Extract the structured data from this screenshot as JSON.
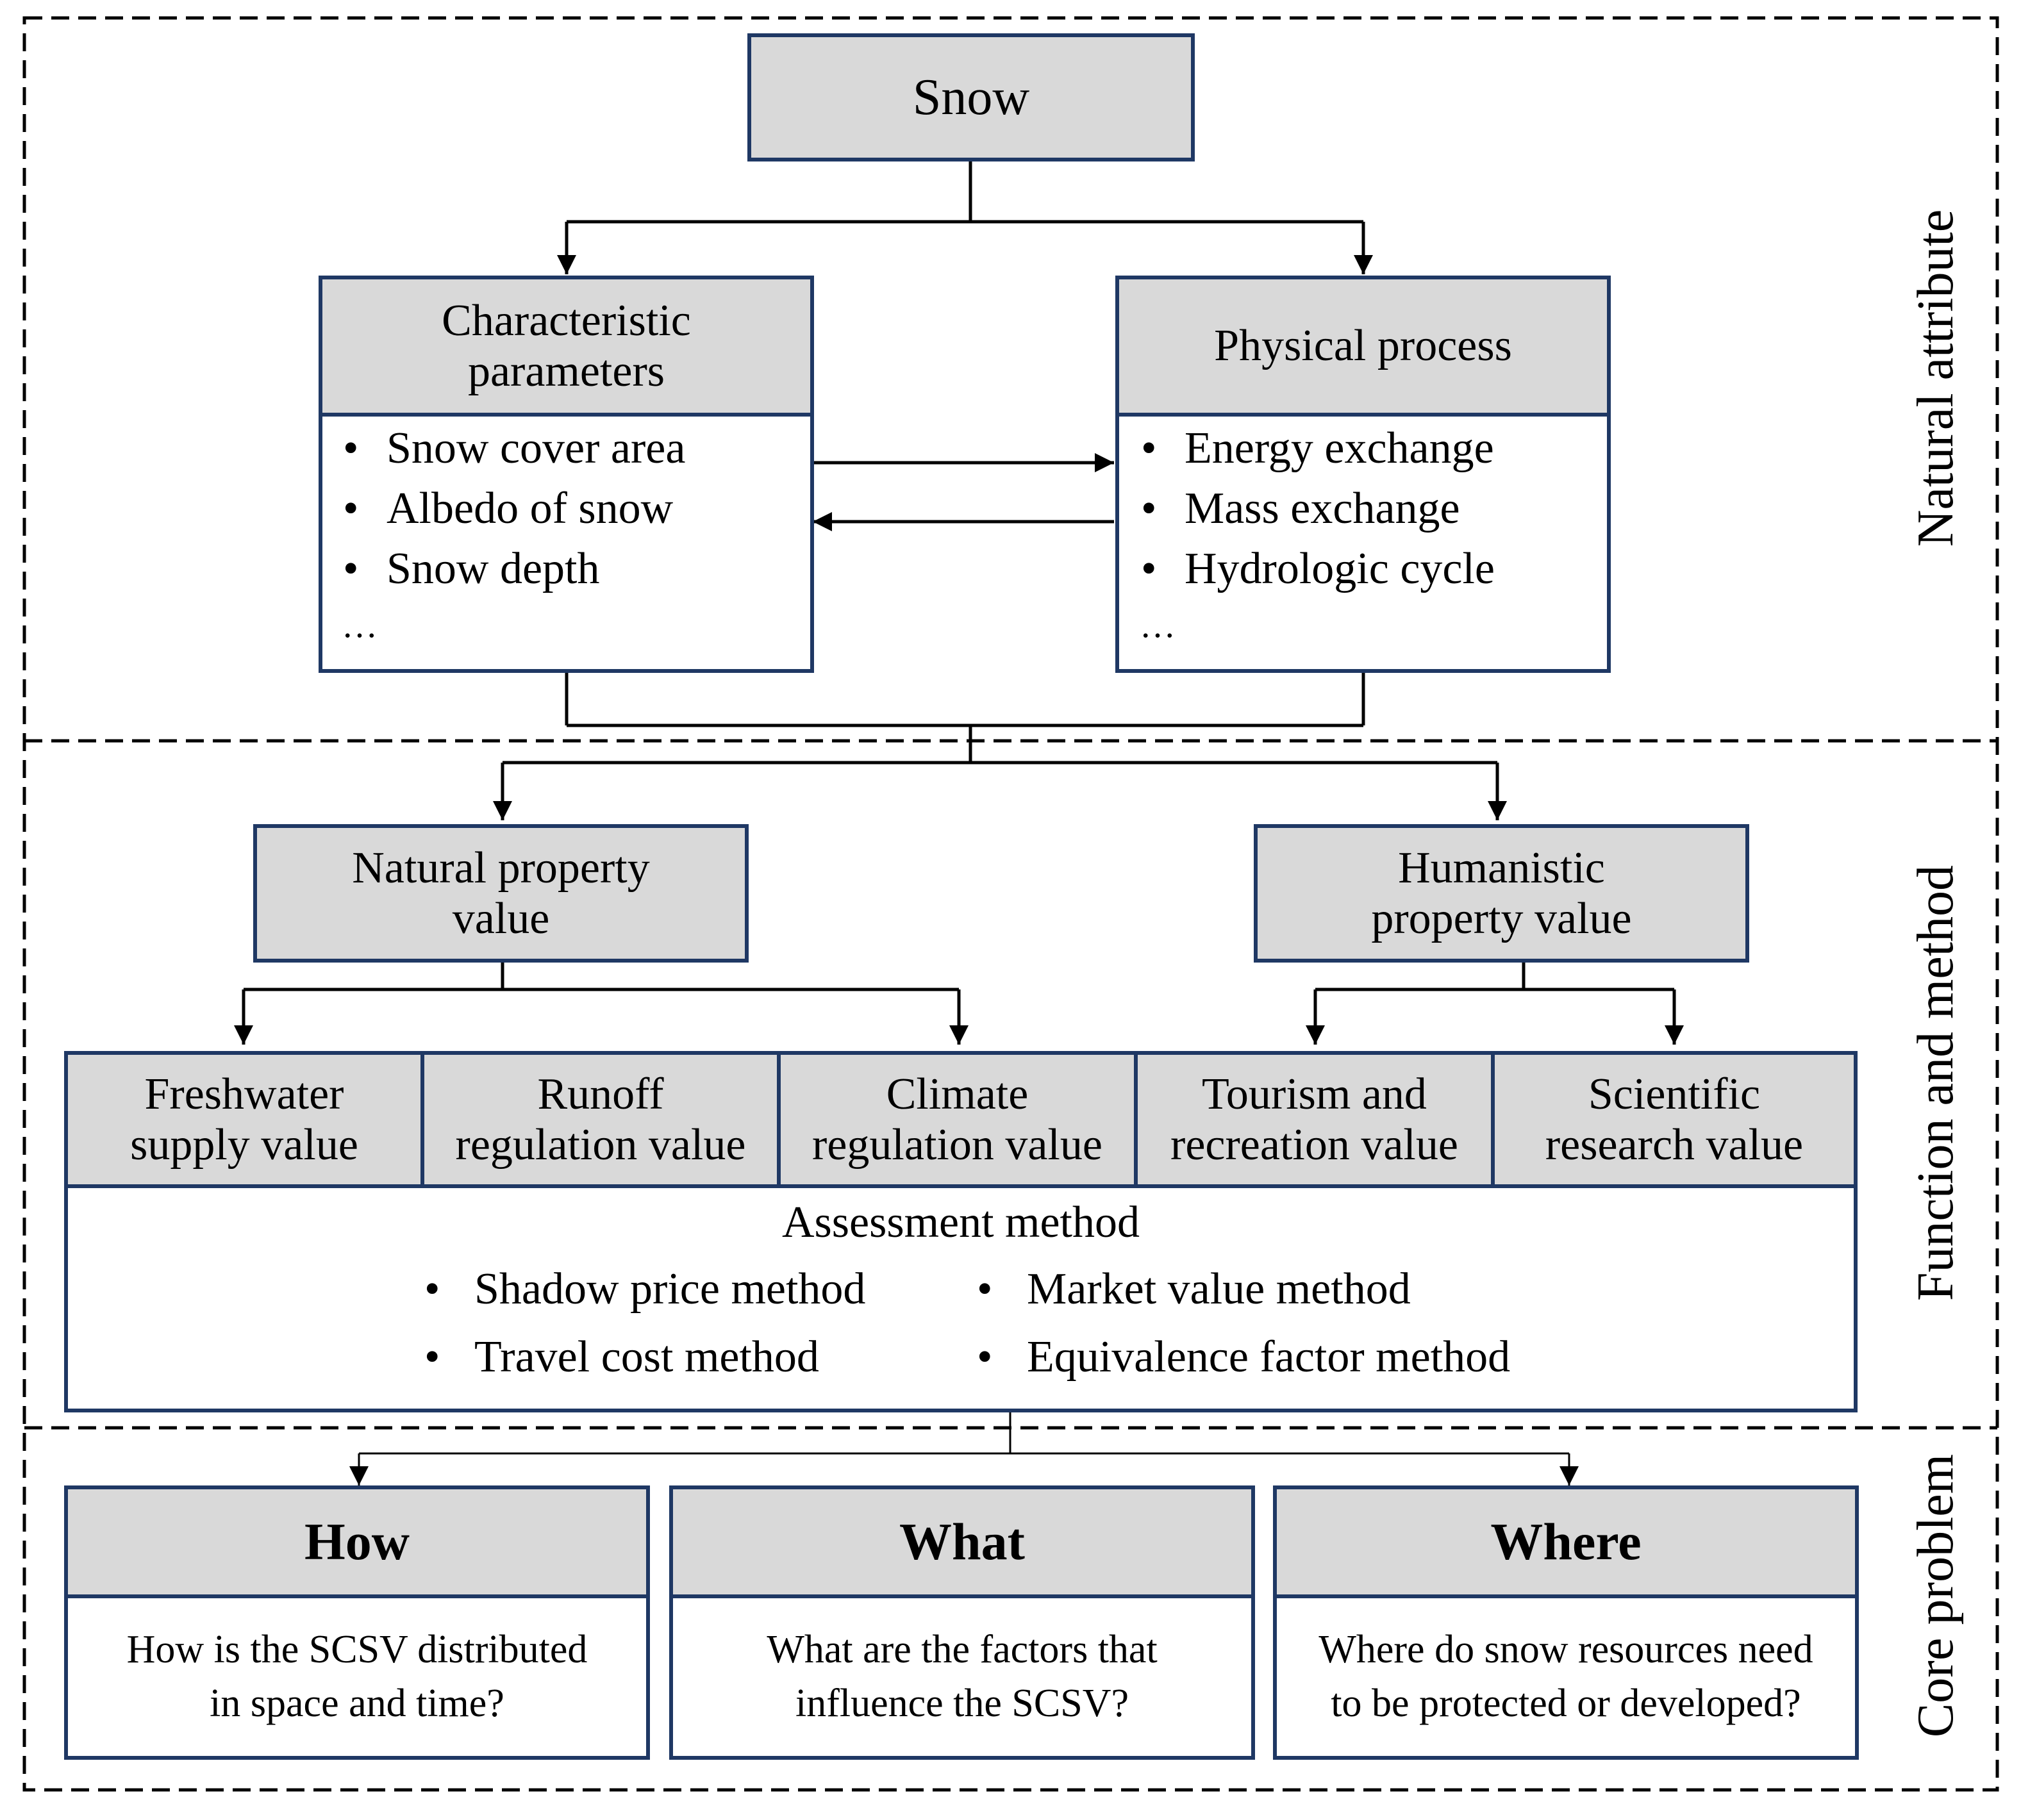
{
  "snow": "Snow",
  "characteristic": {
    "title": [
      "Characteristic",
      "parameters"
    ],
    "items": [
      "Snow cover area",
      "Albedo of snow",
      "Snow depth"
    ],
    "ellipsis": "…"
  },
  "physical": {
    "title": "Physical process",
    "items": [
      "Energy exchange",
      "Mass exchange",
      "Hydrologic cycle"
    ],
    "ellipsis": "…"
  },
  "natural_property": [
    "Natural property",
    "value"
  ],
  "humanistic_property": [
    "Humanistic",
    "property value"
  ],
  "values": [
    [
      "Freshwater",
      "supply value"
    ],
    [
      "Runoff",
      "regulation value"
    ],
    [
      "Climate",
      "regulation value"
    ],
    [
      "Tourism and",
      "recreation value"
    ],
    [
      "Scientific",
      "research value"
    ]
  ],
  "assessment": {
    "title": "Assessment method",
    "methods": [
      "Shadow price method",
      "Market value method",
      "Travel cost method",
      "Equivalence factor method"
    ],
    "bullet": "•"
  },
  "core": [
    {
      "title": "How",
      "question": [
        "How is the SCSV distributed",
        "in space and time?"
      ]
    },
    {
      "title": "What",
      "question": [
        "What are the factors that",
        "influence the SCSV?"
      ]
    },
    {
      "title": "Where",
      "question": [
        "Where do snow resources need",
        "to be protected or developed?"
      ]
    }
  ],
  "sections": [
    "Natural attribute",
    "Function and method",
    "Core problem"
  ]
}
